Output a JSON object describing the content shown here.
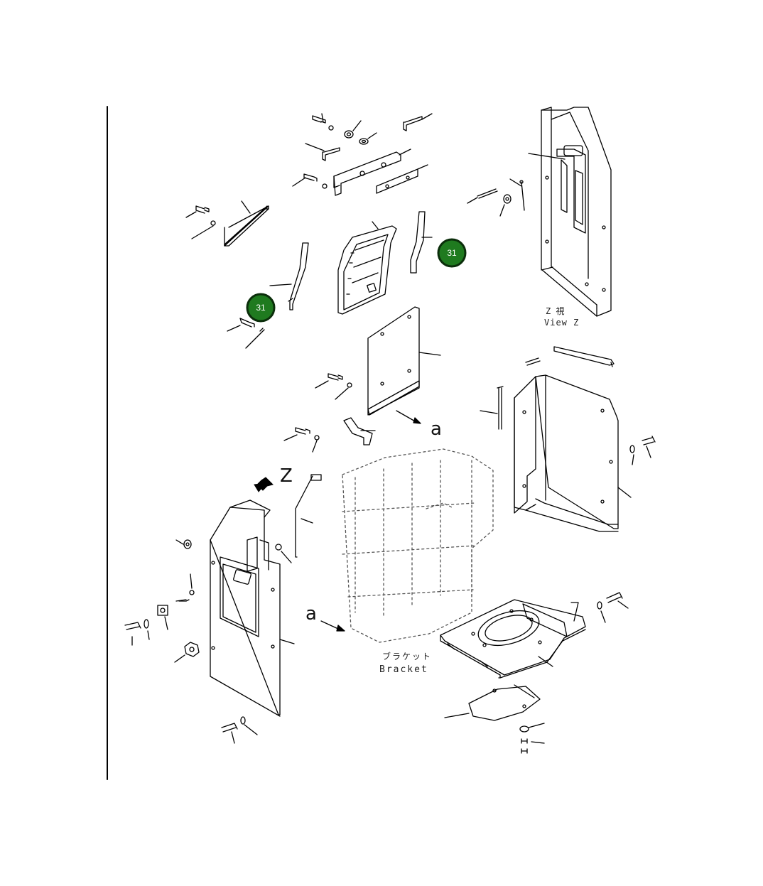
{
  "diagram": {
    "callouts": [
      {
        "label": "31",
        "color": "#1f7a1f"
      },
      {
        "label": "31",
        "color": "#1f7a1f"
      }
    ],
    "view_label_jp": "Z 視",
    "view_label_en": "View Z",
    "direction_label_z": "Z",
    "direction_label_a1": "a",
    "direction_label_a2": "a",
    "bracket_label_jp": "ブラケット",
    "bracket_label_en": "Bracket"
  }
}
